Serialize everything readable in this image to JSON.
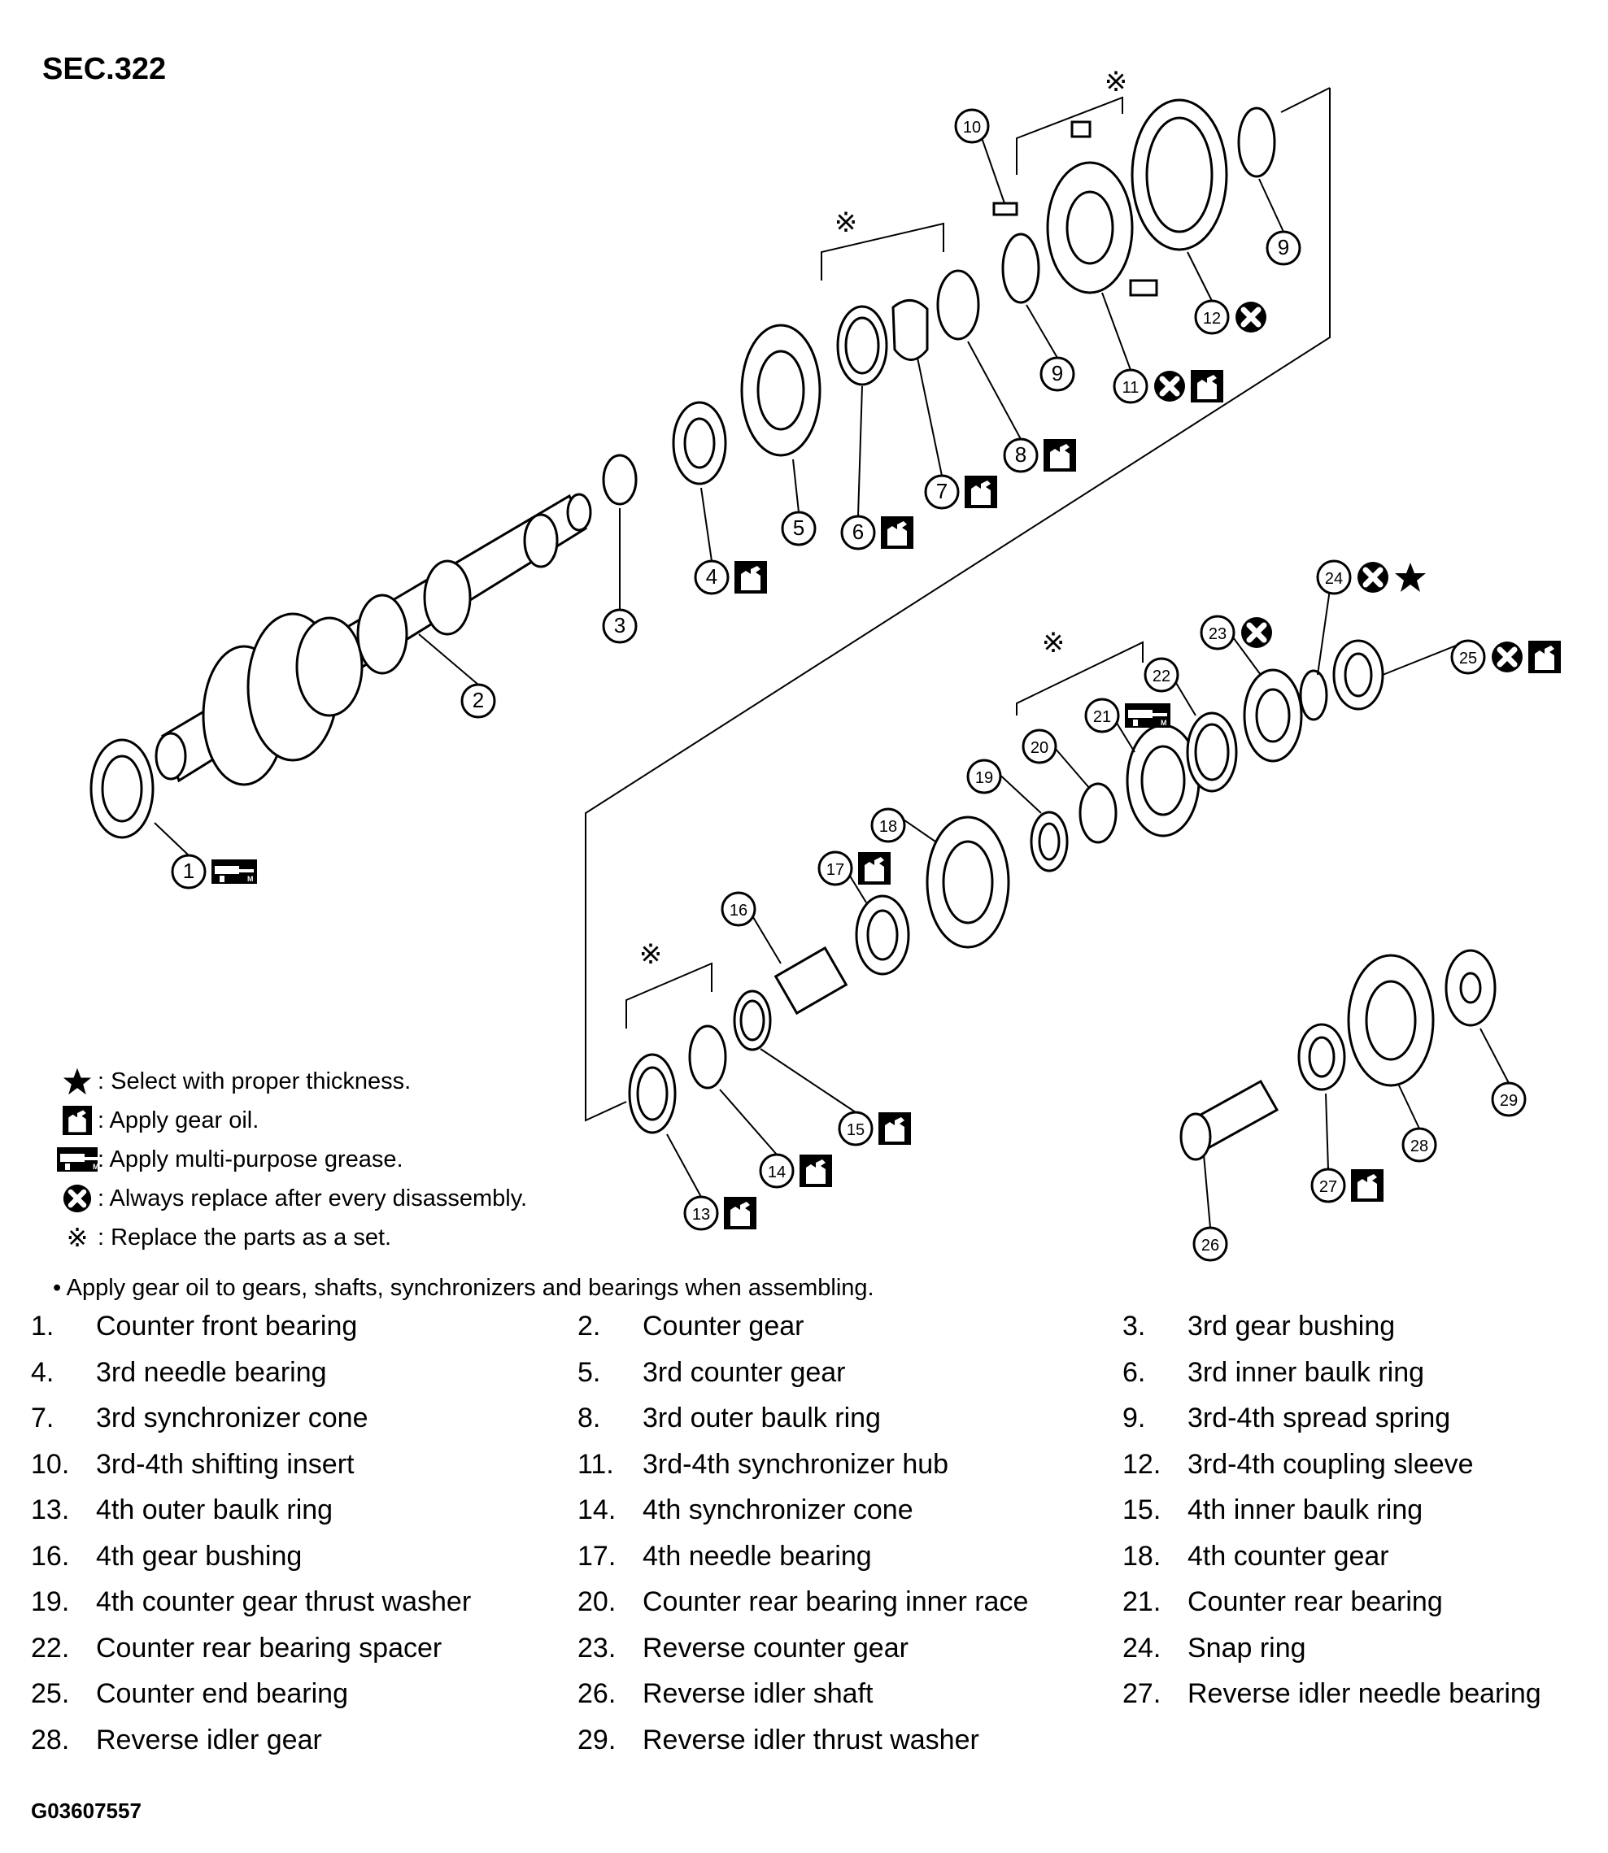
{
  "section_label": "SEC.322",
  "image_id": "G03607557",
  "legend": [
    {
      "icon": "star-icon",
      "text": ": Select with proper thickness."
    },
    {
      "icon": "gear-oil-icon",
      "text": ": Apply gear oil."
    },
    {
      "icon": "grease-icon",
      "text": ": Apply multi-purpose grease."
    },
    {
      "icon": "replace-icon",
      "text": ": Always replace after every disassembly."
    },
    {
      "icon": "set-icon",
      "text": ": Replace the parts as a set."
    }
  ],
  "legend_note": "• Apply gear oil to gears, shafts, synchronizers and bearings when assembling.",
  "set_mark": "※",
  "parts": [
    {
      "num": "1.",
      "name": "Counter front bearing"
    },
    {
      "num": "2.",
      "name": "Counter gear"
    },
    {
      "num": "3.",
      "name": "3rd gear bushing"
    },
    {
      "num": "4.",
      "name": "3rd needle bearing"
    },
    {
      "num": "5.",
      "name": "3rd counter gear"
    },
    {
      "num": "6.",
      "name": "3rd inner baulk ring"
    },
    {
      "num": "7.",
      "name": "3rd synchronizer cone"
    },
    {
      "num": "8.",
      "name": "3rd outer baulk ring"
    },
    {
      "num": "9.",
      "name": "3rd-4th spread spring"
    },
    {
      "num": "10.",
      "name": "3rd-4th shifting insert"
    },
    {
      "num": "11.",
      "name": "3rd-4th synchronizer hub"
    },
    {
      "num": "12.",
      "name": "3rd-4th coupling sleeve"
    },
    {
      "num": "13.",
      "name": "4th outer baulk ring"
    },
    {
      "num": "14.",
      "name": "4th synchronizer cone"
    },
    {
      "num": "15.",
      "name": "4th inner baulk ring"
    },
    {
      "num": "16.",
      "name": "4th gear bushing"
    },
    {
      "num": "17.",
      "name": "4th needle bearing"
    },
    {
      "num": "18.",
      "name": "4th counter gear"
    },
    {
      "num": "19.",
      "name": "4th counter gear thrust washer"
    },
    {
      "num": "20.",
      "name": "Counter rear bearing inner race"
    },
    {
      "num": "21.",
      "name": "Counter rear bearing"
    },
    {
      "num": "22.",
      "name": "Counter rear bearing spacer"
    },
    {
      "num": "23.",
      "name": "Reverse counter gear"
    },
    {
      "num": "24.",
      "name": "Snap ring"
    },
    {
      "num": "25.",
      "name": "Counter end bearing"
    },
    {
      "num": "26.",
      "name": "Reverse idler shaft"
    },
    {
      "num": "27.",
      "name": "Reverse idler needle bearing"
    },
    {
      "num": "28.",
      "name": "Reverse idler gear"
    },
    {
      "num": "29.",
      "name": "Reverse idler thrust washer"
    }
  ],
  "callouts": [
    {
      "label": "1",
      "symbols": [
        "grease-icon"
      ]
    },
    {
      "label": "2",
      "symbols": []
    },
    {
      "label": "3",
      "symbols": []
    },
    {
      "label": "4",
      "symbols": [
        "gear-oil-icon"
      ]
    },
    {
      "label": "5",
      "symbols": []
    },
    {
      "label": "6",
      "symbols": [
        "gear-oil-icon"
      ]
    },
    {
      "label": "7",
      "symbols": [
        "gear-oil-icon"
      ]
    },
    {
      "label": "8",
      "symbols": [
        "gear-oil-icon"
      ]
    },
    {
      "label": "9",
      "symbols": []
    },
    {
      "label": "9",
      "symbols": []
    },
    {
      "label": "10",
      "symbols": []
    },
    {
      "label": "11",
      "symbols": [
        "replace-icon",
        "gear-oil-icon"
      ]
    },
    {
      "label": "12",
      "symbols": [
        "replace-icon"
      ]
    },
    {
      "label": "13",
      "symbols": [
        "gear-oil-icon"
      ]
    },
    {
      "label": "14",
      "symbols": [
        "gear-oil-icon"
      ]
    },
    {
      "label": "15",
      "symbols": [
        "gear-oil-icon"
      ]
    },
    {
      "label": "16",
      "symbols": []
    },
    {
      "label": "17",
      "symbols": [
        "gear-oil-icon"
      ]
    },
    {
      "label": "18",
      "symbols": []
    },
    {
      "label": "19",
      "symbols": []
    },
    {
      "label": "20",
      "symbols": []
    },
    {
      "label": "21",
      "symbols": [
        "grease-icon"
      ]
    },
    {
      "label": "22",
      "symbols": []
    },
    {
      "label": "23",
      "symbols": [
        "replace-icon"
      ]
    },
    {
      "label": "24",
      "symbols": [
        "replace-icon",
        "star-icon"
      ]
    },
    {
      "label": "25",
      "symbols": [
        "replace-icon",
        "gear-oil-icon"
      ]
    },
    {
      "label": "26",
      "symbols": []
    },
    {
      "label": "27",
      "symbols": [
        "gear-oil-icon"
      ]
    },
    {
      "label": "28",
      "symbols": []
    },
    {
      "label": "29",
      "symbols": []
    }
  ]
}
